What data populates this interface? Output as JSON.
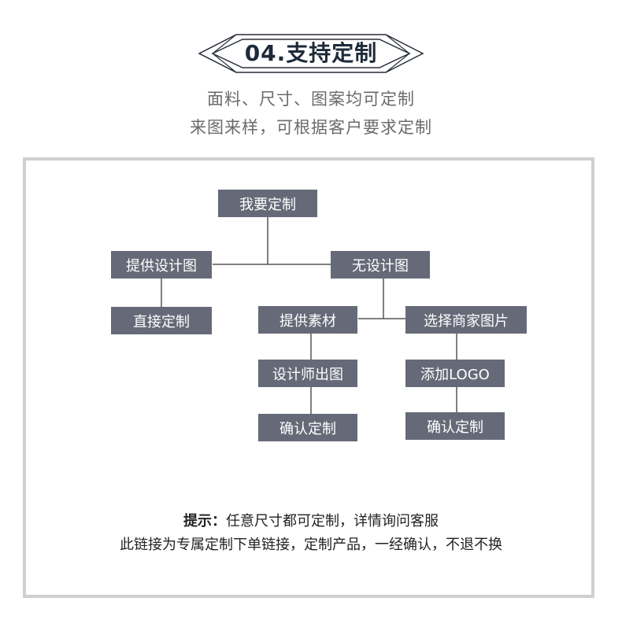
{
  "header": {
    "title": "04.支持定制",
    "subtitle_line1": "面料、尺寸、图案均可定制",
    "subtitle_line2": "来图来样，可根据客户要求定制"
  },
  "diagram": {
    "nodes": {
      "root": "我要定制",
      "provide_design": "提供设计图",
      "direct_custom": "直接定制",
      "no_design": "无设计图",
      "provide_material": "提供素材",
      "designer_draw": "设计师出图",
      "confirm_custom_left": "确认定制",
      "choose_merchant_image": "选择商家图片",
      "add_logo": "添加LOGO",
      "confirm_custom_right": "确认定制"
    },
    "edges": [
      [
        "root",
        "provide_design"
      ],
      [
        "root",
        "no_design"
      ],
      [
        "provide_design",
        "direct_custom"
      ],
      [
        "no_design",
        "provide_material"
      ],
      [
        "no_design",
        "choose_merchant_image"
      ],
      [
        "provide_material",
        "designer_draw"
      ],
      [
        "designer_draw",
        "confirm_custom_left"
      ],
      [
        "choose_merchant_image",
        "add_logo"
      ],
      [
        "add_logo",
        "confirm_custom_right"
      ]
    ]
  },
  "notice": {
    "label": "提示：",
    "line1": "任意尺寸都可定制，详情询问客服",
    "line2": "此链接为专属定制下单链接，定制产品，一经确认，不退不换"
  },
  "colors": {
    "node_bg": "#666a78",
    "node_text": "#ffffff",
    "frame_border": "#cfcfcf",
    "title_color": "#1e2a3a"
  }
}
